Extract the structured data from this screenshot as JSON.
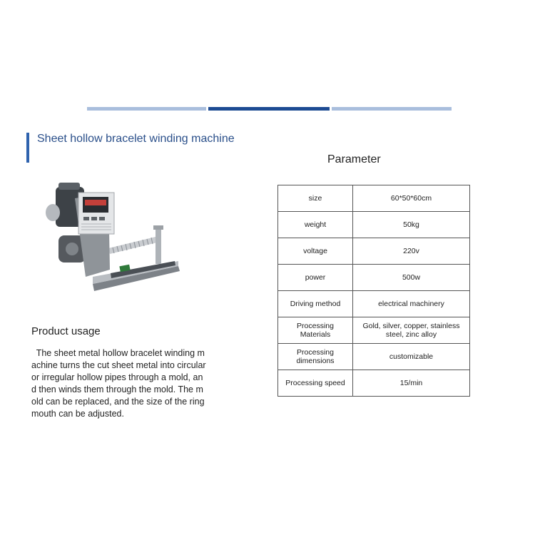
{
  "header": {
    "title": "Sheet hollow bracelet winding machine",
    "accent_color": "#2f63ae",
    "bar_colors": [
      "#a9bedd",
      "#1d4b93",
      "#a9bedd"
    ]
  },
  "parameter": {
    "heading": "Parameter",
    "rows": [
      {
        "key": "size",
        "value": "60*50*60cm"
      },
      {
        "key": "weight",
        "value": "50kg"
      },
      {
        "key": "voltage",
        "value": "220v"
      },
      {
        "key": "power",
        "value": "500w"
      },
      {
        "key": "Driving method",
        "value": "electrical machinery"
      },
      {
        "key": "Processing Materials",
        "value": "Gold, silver, copper, stainless steel, zinc alloy"
      },
      {
        "key": "Processing dimensions",
        "value": "customizable"
      },
      {
        "key": "Processing speed",
        "value": "15/min"
      }
    ]
  },
  "usage": {
    "heading": "Product usage",
    "lines": [
      "  The sheet metal hollow bracelet winding m",
      "achine turns the cut sheet metal into circular",
      "or irregular hollow pipes through a mold, an",
      "d then winds them through the mold. The m",
      "old can be replaced, and the size of the ring",
      "mouth can be adjusted."
    ]
  }
}
